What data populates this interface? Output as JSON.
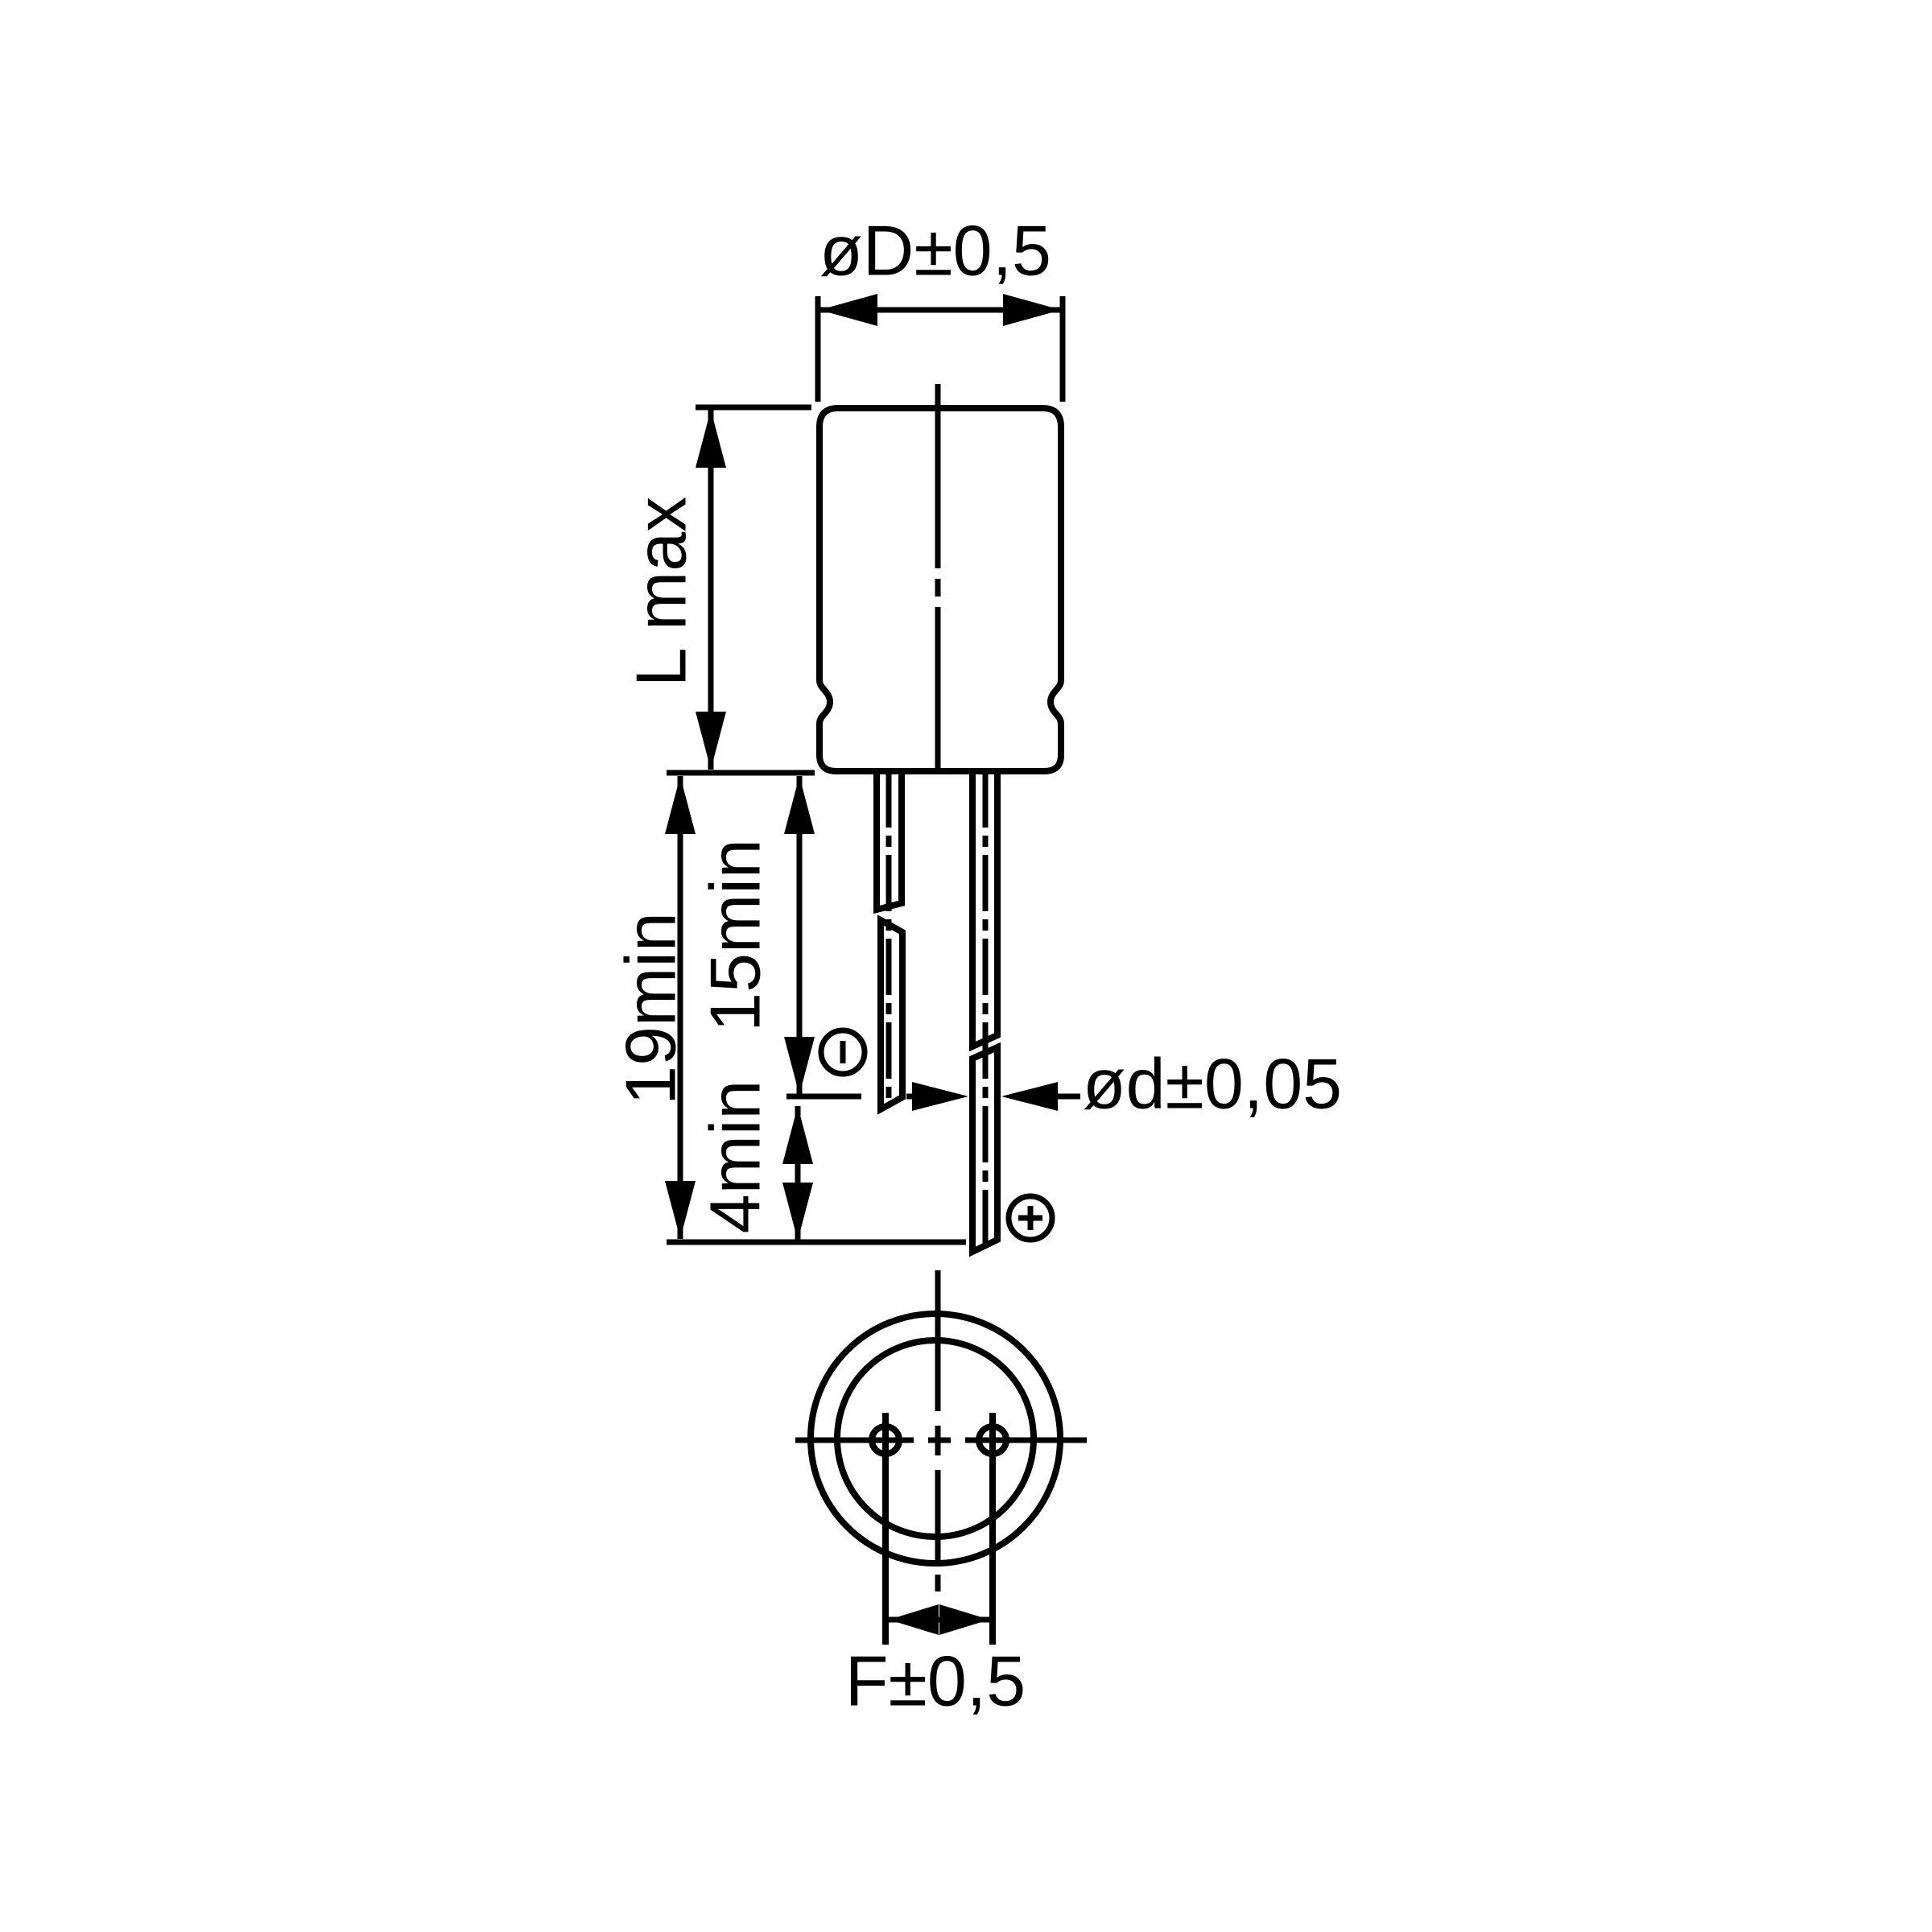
{
  "drawing": {
    "type": "technical-dimension-drawing",
    "subject": "radial-electrolytic-capacitor",
    "background_color": "#ffffff",
    "line_color": "#000000",
    "labels": {
      "body_diameter": "øD±0,5",
      "body_length": "L max",
      "long_lead_length": "19min",
      "short_lead_length": "15min",
      "lead_length_difference": "4min",
      "lead_diameter": "ød±0,05",
      "lead_spacing": "F±0,5"
    },
    "icons": {
      "negative_polarity": "circled-minus",
      "positive_polarity": "circled-plus"
    }
  }
}
